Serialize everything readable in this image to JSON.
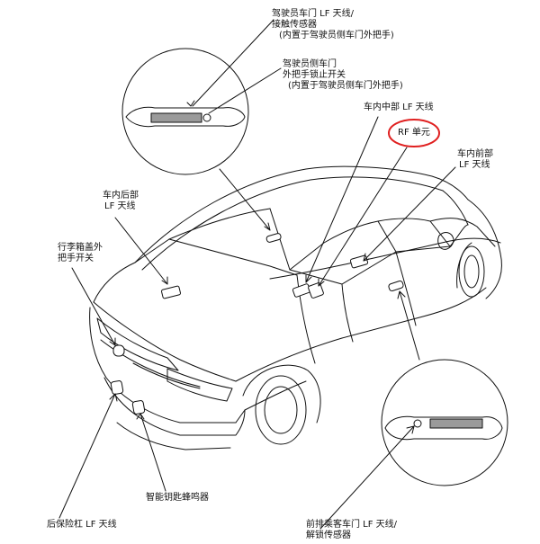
{
  "labels": {
    "driver_door_antenna": [
      "驾驶员车门 LF 天线/",
      "接触传感器",
      "(内置于驾驶员侧车门外把手)"
    ],
    "driver_handle_switch": [
      "驾驶员侧车门",
      "外把手锁止开关",
      "(内置于驾驶员侧车门外把手)"
    ],
    "interior_middle_antenna": "车内中部 LF 天线",
    "rf_unit": "RF 单元",
    "interior_front_antenna": [
      "车内前部",
      "LF 天线"
    ],
    "interior_rear_antenna": [
      "车内后部",
      "LF 天线"
    ],
    "trunk_switch": [
      "行李箱盖外",
      "把手开关"
    ],
    "smart_key_buzzer": "智能钥匙蜂鸣器",
    "rear_bumper_antenna": "后保险杠 LF 天线",
    "passenger_door_antenna": [
      "前排乘客车门 LF 天线/",
      "解锁传感器"
    ]
  },
  "colors": {
    "highlight": "#e02020",
    "ink": "#111111",
    "antenna_fill": "#9a9a9a"
  }
}
